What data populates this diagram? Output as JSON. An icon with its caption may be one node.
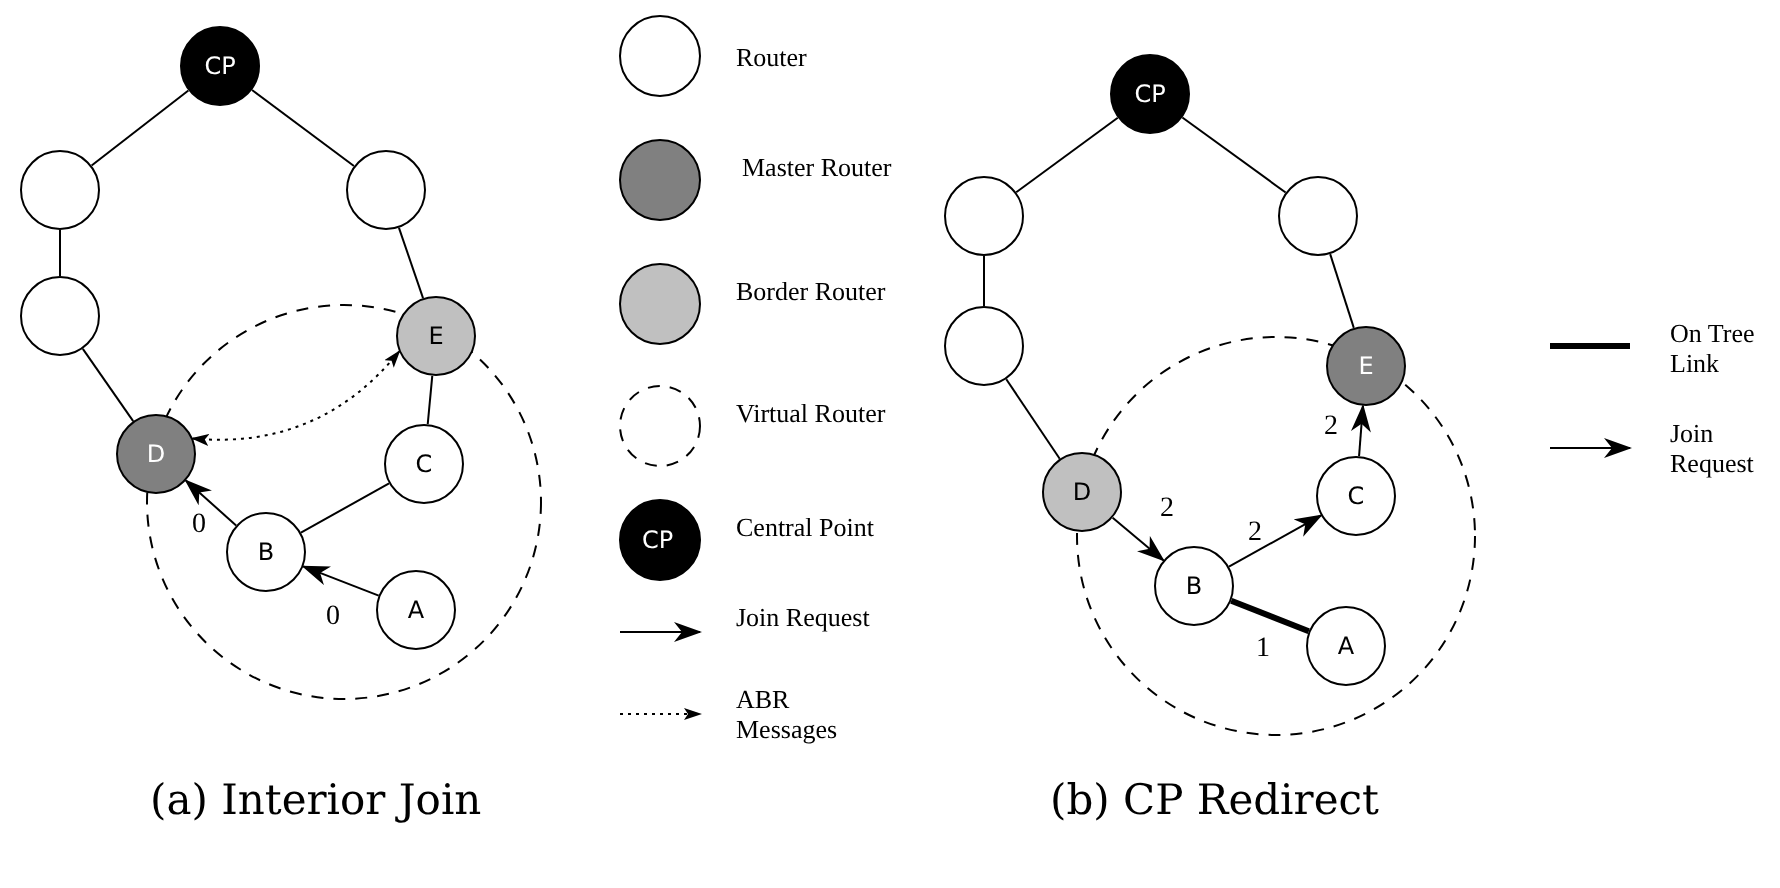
{
  "diagram": {
    "nodes": [
      {
        "text": [
          "CP"
        ]
      },
      {
        "text": [],
        "shape": "circle"
      },
      {
        "text": [],
        "shape": "circle"
      },
      {
        "text": [],
        "shape": "circle"
      },
      {
        "text": [
          "E"
        ]
      },
      {
        "text": [],
        "shape": "circle"
      },
      {
        "text": [
          "D"
        ]
      },
      {
        "text": [
          "C"
        ],
        "in": 5
      },
      {
        "text": [
          "B"
        ],
        "in": 5
      },
      {
        "text": [
          "A"
        ],
        "in": 5
      },
      {
        "text": [
          "CP"
        ]
      },
      {
        "text": [],
        "shape": "circle"
      },
      {
        "text": [],
        "shape": "circle"
      },
      {
        "text": [],
        "shape": "circle"
      },
      {
        "text": [
          "E"
        ]
      },
      {
        "text": [],
        "shape": "circle"
      },
      {
        "text": [
          "D"
        ]
      },
      {
        "text": [
          "C"
        ],
        "in": 15
      },
      {
        "text": [
          "B"
        ],
        "in": 15
      },
      {
        "text": [
          "A"
        ],
        "in": 15
      }
    ],
    "edges": [
      {
        "from": 0,
        "to": 1,
        "arrow": "none"
      },
      {
        "from": 0,
        "to": 2,
        "arrow": "none"
      },
      {
        "from": 1,
        "to": 3,
        "arrow": "none"
      },
      {
        "from": 3,
        "to": 6,
        "arrow": "none"
      },
      {
        "from": 2,
        "to": 4,
        "arrow": "none"
      },
      {
        "from": 4,
        "to": 7,
        "arrow": "none"
      },
      {
        "from": 7,
        "to": 8,
        "arrow": "none"
      },
      {
        "from": 8,
        "to": 6,
        "arrow": "to",
        "label": "0"
      },
      {
        "from": 9,
        "to": 8,
        "arrow": "to",
        "label": "0"
      },
      {
        "from": 6,
        "to": 4,
        "arrow": "both",
        "style": "dashed"
      },
      {
        "from": 10,
        "to": 11,
        "arrow": "none"
      },
      {
        "from": 10,
        "to": 12,
        "arrow": "none"
      },
      {
        "from": 11,
        "to": 13,
        "arrow": "none"
      },
      {
        "from": 13,
        "to": 16,
        "arrow": "none"
      },
      {
        "from": 12,
        "to": 14,
        "arrow": "none"
      },
      {
        "from": 16,
        "to": 18,
        "arrow": "to",
        "label": "2"
      },
      {
        "from": 18,
        "to": 17,
        "arrow": "to",
        "label": "2"
      },
      {
        "from": 17,
        "to": 14,
        "arrow": "to",
        "label": "2"
      },
      {
        "from": 18,
        "to": 19,
        "arrow": "none",
        "style": "thick",
        "label": "1"
      }
    ],
    "labels": [
      "CP",
      "(a) Interior Join",
      "(b) CP Redirect"
    ],
    "legend": [
      {
        "text": "Router"
      },
      {
        "text": "Master Router",
        "color": "#808080"
      },
      {
        "text": "Border Router",
        "color": "#c0c0c0"
      },
      {
        "text": "Virtual Router"
      },
      {
        "text": "Central Point",
        "color": "#000000"
      },
      {
        "text": "Join Request"
      },
      {
        "text": "ABR Messages"
      },
      {
        "text": "On Tree Link"
      },
      {
        "text": "Join Request"
      }
    ]
  }
}
